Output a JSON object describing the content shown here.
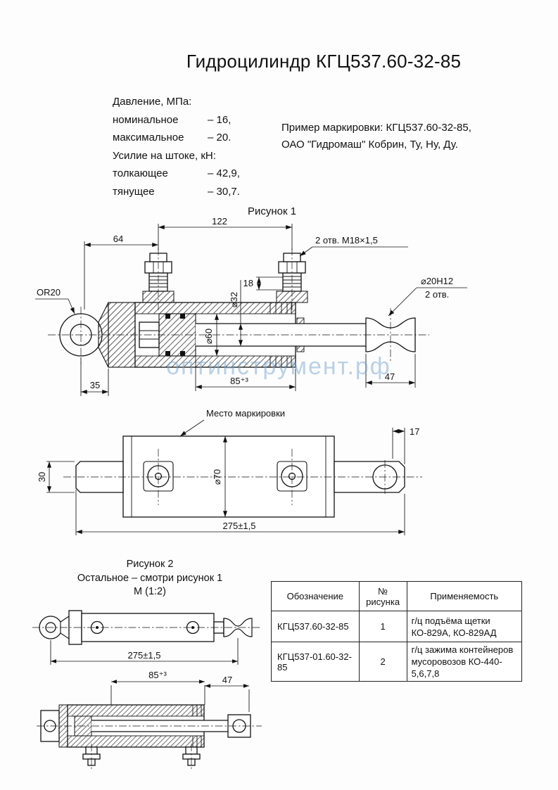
{
  "page": {
    "title": "Гидроцилиндр КГЦ537.60-32-85",
    "watermark": "оптинструмент.рф"
  },
  "specs": {
    "pressure_header": "Давление, МПа:",
    "pressure_rows": [
      {
        "label": "номинальное",
        "value": "– 16,"
      },
      {
        "label": "максимальное",
        "value": "– 20."
      }
    ],
    "force_header": "Усилие на штоке, кН:",
    "force_rows": [
      {
        "label": "толкающее",
        "value": "– 42,9,"
      },
      {
        "label": "тянущее",
        "value": "– 30,7."
      }
    ]
  },
  "marking_example": {
    "line1": "Пример маркировки: КГЦ537.60-32-85,",
    "line2": "ОАО \"Гидромаш\" Кобрин, Ту, Ну, Ду."
  },
  "figure1": {
    "caption": "Рисунок 1",
    "dim_122": "122",
    "dim_64": "64",
    "ports_label": "2 отв. М18×1,5",
    "or20": "OR20",
    "dia32": "⌀32",
    "dim_18": "18",
    "dia60": "⌀60",
    "dia20": "⌀20Н12",
    "dia20_sub": "2 отв.",
    "dim_35": "35",
    "dim_85": "85⁺³",
    "dim_47": "47"
  },
  "figure_side": {
    "marking_note": "Место маркировки",
    "dim_17": "17",
    "dia70": "⌀70",
    "dim_30": "30",
    "dim_275": "275±1,5"
  },
  "figure2": {
    "caption": "Рисунок 2",
    "note": "Остальное – смотри рисунок 1",
    "scale": "М (1:2)",
    "dim_275": "275±1,5",
    "dim_85": "85⁺³",
    "dim_47": "47"
  },
  "table": {
    "headers": [
      "Обозначение",
      "№ рисунка",
      "Применяемость"
    ],
    "rows": [
      {
        "designation": "КГЦ537.60-32-85",
        "figure_no": "1",
        "application": "г/ц подъёма щетки\nКО-829А, КО-829АД"
      },
      {
        "designation": "КГЦ537-01.60-32-85",
        "figure_no": "2",
        "application": "г/ц зажима контейнеров\nмусоровозов КО-440-5,6,7,8"
      }
    ]
  }
}
